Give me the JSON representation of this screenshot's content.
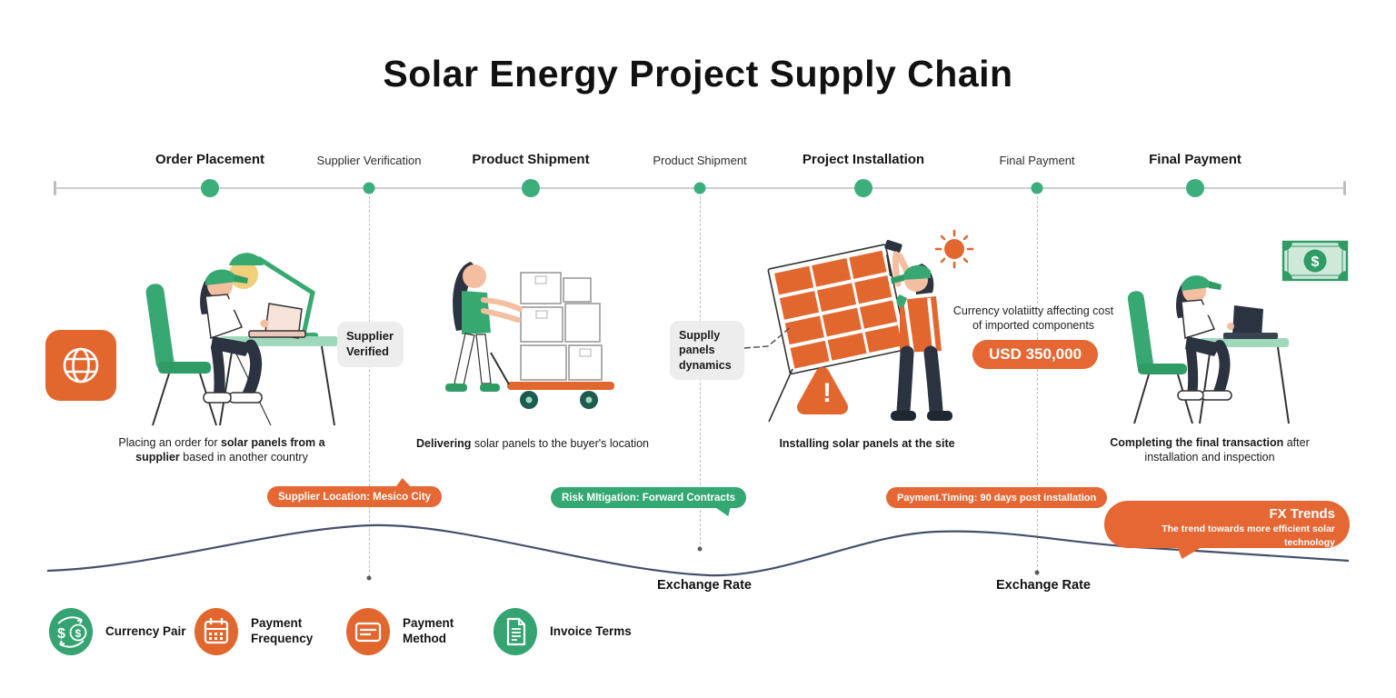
{
  "title": "Solar Energy Project Supply Chain",
  "timeline": {
    "milestones": [
      {
        "label": "Order Placement",
        "major": true
      },
      {
        "label": "Supplier Verification",
        "major": false
      },
      {
        "label": "Product Shipment",
        "major": true
      },
      {
        "label": "Product Shipment",
        "major": false
      },
      {
        "label": "Project Installation",
        "major": true
      },
      {
        "label": "Final Payment",
        "major": false
      },
      {
        "label": "Final Payment",
        "major": true
      }
    ]
  },
  "callouts": {
    "supplier_verified": "Supplier Verified",
    "supply_panels": "Supplly panels dynamics",
    "currency_note": "Currency volatiitty affecting cost of imported components",
    "usd_amount": "USD 350,000"
  },
  "banners": {
    "supplier_location": "Supplier Location: Mesico City",
    "risk_mitigation": "Risk MItigation: Forward Contracts",
    "payment_timing": "Payment.Timing: 90 days post installation"
  },
  "fx": {
    "title": "FX Trends",
    "subtitle": "The trend towards more efficient solar technology"
  },
  "exchange_rate": {
    "left": "Exchange Rate",
    "right": "Exchange Rate"
  },
  "descriptions": {
    "order": {
      "pre": "Placing an order for ",
      "bold": "solar panels from a supplier",
      "post": " based in another country"
    },
    "shipment": {
      "pre": "",
      "bold": "Delivering",
      "post": " solar panels to the buyer's location"
    },
    "installation": {
      "pre": "",
      "bold": "Installing solar panels at the site",
      "post": ""
    },
    "payment": {
      "pre": "",
      "bold": "Completing the final transaction",
      "post": " after installation and inspection"
    }
  },
  "legend": [
    {
      "icon": "currency-exchange-icon",
      "label": "Currency Pair"
    },
    {
      "icon": "calendar-icon",
      "label": "Payment Frequency"
    },
    {
      "icon": "credit-card-icon",
      "label": "Payment Method"
    },
    {
      "icon": "document-icon",
      "label": "Invoice Terms"
    }
  ],
  "colors": {
    "green": "#35a372",
    "green_dot": "#3cae7c",
    "orange": "#e2672f",
    "orange_banner": "#e56733",
    "wave": "#454f6b",
    "gray_box": "#ededed"
  }
}
